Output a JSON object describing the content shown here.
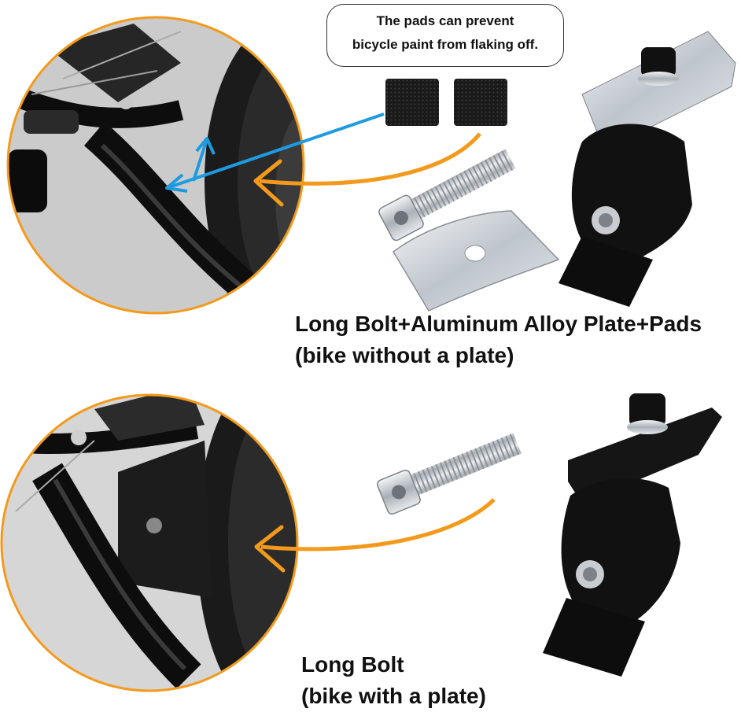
{
  "callout": {
    "line1": "The pads can prevent",
    "line2": "bicycle paint from flaking off."
  },
  "option_with_pads": {
    "caption_line1": "Long Bolt+Aluminum Alloy Plate+Pads",
    "caption_line2": "(bike without a plate)"
  },
  "option_bolt_only": {
    "caption_line1": "Long Bolt",
    "caption_line2": "(bike with a plate)"
  },
  "colors": {
    "accent_orange": "#f39a1c",
    "pointer_blue": "#1e9be0",
    "part_black": "#111111",
    "metal_silver": "#c9cdd2"
  },
  "icons": [
    "orange-arrow-icon",
    "blue-pointer-arrow-icon"
  ]
}
